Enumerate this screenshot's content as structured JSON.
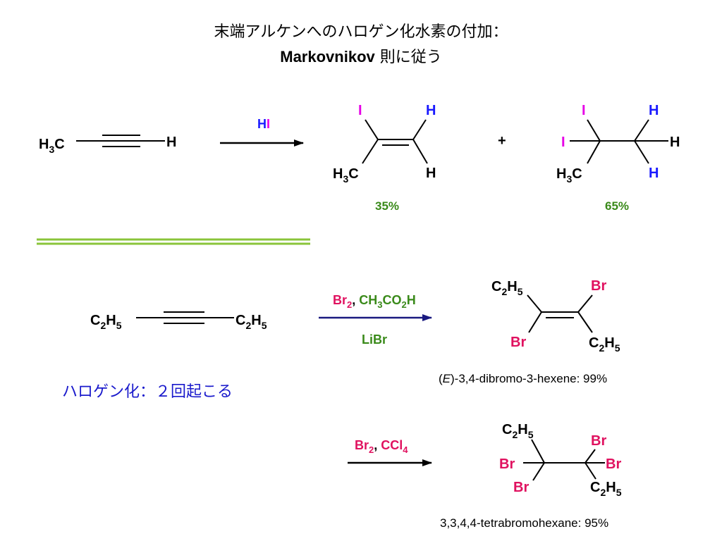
{
  "title": {
    "line1": "末端アルケンへのハロゲン化水素の付加：",
    "line2_bold": "Markovnikov",
    "line2_rest": " 則に従う"
  },
  "colors": {
    "black": "#000000",
    "iodine": "#e600e6",
    "hydrogen_blue": "#1a1aff",
    "yield_green": "#3a8a1a",
    "bromine": "#e0115f",
    "reagent_green": "#3a8a1a",
    "note_blue": "#1a1acc",
    "divider_green": "#8ac43a",
    "arrow_navy": "#1a1a80"
  },
  "reaction1": {
    "reactant": {
      "left": "H3C",
      "right": "H"
    },
    "reagent": {
      "h": "H",
      "i": "I"
    },
    "product1": {
      "i": "I",
      "h_top": "H",
      "h_bottom": "H",
      "ch3": "H3C",
      "yield": "35%"
    },
    "plus": "+",
    "product2": {
      "i_top": "I",
      "i_left": "I",
      "h_top": "H",
      "h_right": "H",
      "h_bottom": "H",
      "ch3": "H3C",
      "yield": "65%"
    }
  },
  "reaction2": {
    "reactant": {
      "left": "C2H5",
      "right": "C2H5"
    },
    "reagent_top": {
      "br2": "Br2",
      "acid": "CH3CO2H"
    },
    "reagent_bottom": "LiBr",
    "product": {
      "c2h5_top": "C2H5",
      "br_top": "Br",
      "br_bottom": "Br",
      "c2h5_bottom": "C2H5"
    },
    "caption_prefix": "(",
    "caption_italic": "E",
    "caption_rest": ")-3,4-dibromo-3-hexene: 99%"
  },
  "note": "ハロゲン化：２回起こる",
  "reaction3": {
    "reagent": {
      "br2": "Br2",
      "ccl4": "CCl4"
    },
    "product": {
      "c2h5_top": "C2H5",
      "br_left": "Br",
      "br_bottom_left": "Br",
      "br_top_right": "Br",
      "br_right": "Br",
      "c2h5_bottom": "C2H5"
    },
    "caption": "3,3,4,4-tetrabromohexane: 95%"
  }
}
